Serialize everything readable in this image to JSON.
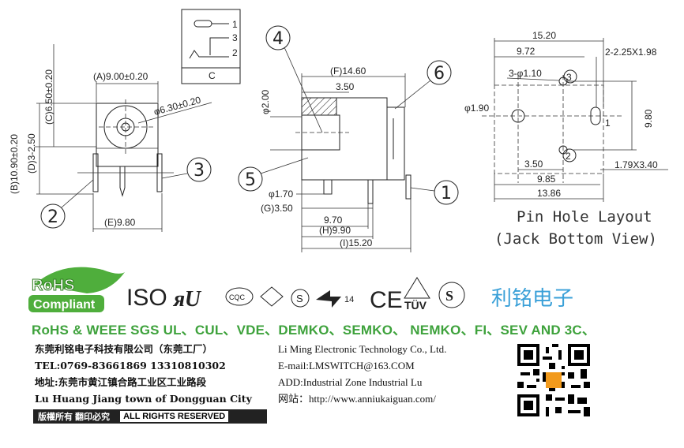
{
  "drawing": {
    "view1": {
      "dim_a": "(A)9.00±0.20",
      "dim_b": "(B)10.90±0.20",
      "dim_c": "(C)6.50±0.20",
      "dim_d": "(D)3-2.50",
      "dim_e": "(E)9.80",
      "dim_hole": "φ6.30±0.20"
    },
    "schematic": {
      "pins": [
        "1",
        "3",
        "2"
      ],
      "label": "C"
    },
    "view2": {
      "dim_f": "(F)14.60",
      "dim_350": "3.50",
      "dim_200": "φ2.00",
      "dim_170": "φ1.70",
      "dim_g": "(G)3.50",
      "dim_970": "9.70",
      "dim_h": "(H)9.90",
      "dim_i": "(I)15.20"
    },
    "view3": {
      "dim_1520": "15.20",
      "dim_972": "9.72",
      "dim_slot": "2-2.25X1.98",
      "dim_3hole": "3-φ1.10",
      "dim_190": "φ1.90",
      "dim_980": "9.80",
      "dim_350b": "3.50",
      "dim_179": "1.79X3.40",
      "dim_985": "9.85",
      "dim_1386": "13.86",
      "pin_1": "1",
      "pin_2": "2",
      "pin_3": "3"
    },
    "callouts": [
      "1",
      "2",
      "3",
      "4",
      "5",
      "6"
    ],
    "layout_title_1": "Pin Hole Layout",
    "layout_title_2": "(Jack Bottom View)"
  },
  "certs": {
    "rohs_top": "RoHS",
    "rohs_bottom": "Compliant",
    "iso": "ISO",
    "ce": "CE",
    "tuv": "TÜV",
    "s_mark": "S",
    "fourteen": "14",
    "ccc": "CQC",
    "row_text": "RoHS & WEEE SGS UL、CUL、VDE、DEMKO、SEMKO、 NEMKO、FI、SEV AND 3C、"
  },
  "brand": "利铭电子",
  "company": {
    "cn_name": "东莞利铭电子科技有限公司（东莞工厂）",
    "en_name": "Li Ming Electronic Technology Co., Ltd.",
    "tel": "TEL:0769-83661869   13310810302",
    "email": "E-mail:LMSWITCH@163.COM",
    "addr_cn": "地址:东莞市黄江镇合路工业区工业路段",
    "addr_en": "ADD:Industrial  Zone  Industrial  Lu",
    "addr_en2": "Lu Huang Jiang town of Dongguan City",
    "web": "网站：http://www.anniukaiguan.com/"
  },
  "copyright": {
    "cn": "版權所有  翻印必究",
    "en": "ALL RIGHTS RESERVED"
  }
}
